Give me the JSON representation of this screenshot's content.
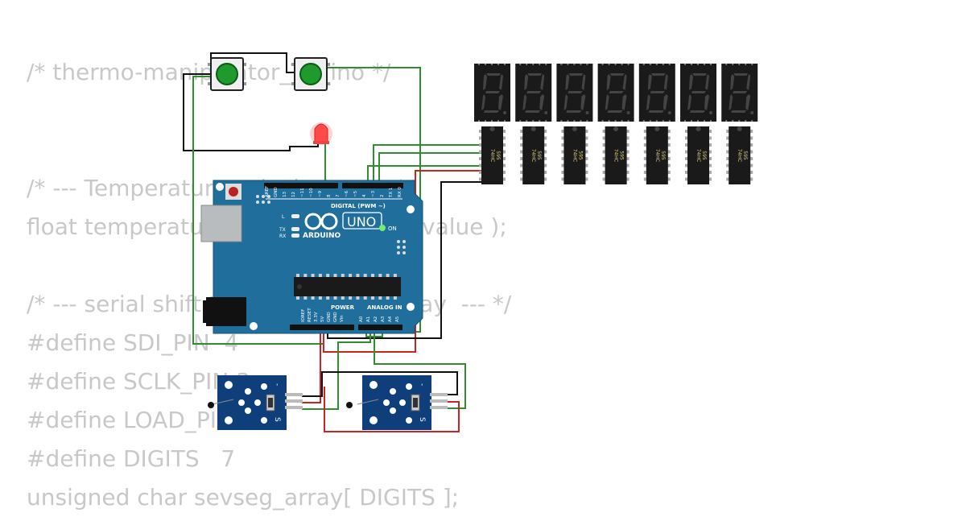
{
  "code_lines": [
    "/* thermo-manipulator_TC_ino */",
    "",
    "",
    "/* --- Temperature calculation --- */",
    "float temperature( unsigned int ADvalue );",
    "",
    "/* --- serial shift to 7-segment display  --- */",
    "#define SDI_PIN  4",
    "#define SCLK_PIN 3",
    "#define LOAD_PIN 2",
    "#define DIGITS   7",
    "unsigned char sevseg_array[ DIGITS ];"
  ],
  "board": {
    "brand": "ARDUINO",
    "model": "UNO",
    "digital_label": "DIGITAL (PWM ~)",
    "power_label": "POWER",
    "analog_label": "ANALOG IN",
    "on_label": "ON",
    "led_l": "L",
    "led_tx": "TX",
    "led_rx": "RX",
    "digital_pins": [
      "AREF",
      "GND",
      "13",
      "12",
      "~11",
      "~10",
      "~9",
      "8",
      "7",
      "~6",
      "~5",
      "4",
      "~3",
      "2",
      "TX 1",
      "RX 0"
    ],
    "power_pins": [
      "IOREF",
      "RESET",
      "3.3V",
      "5V",
      "GND",
      "GND",
      "Vin"
    ],
    "analog_pins": [
      "A0",
      "A1",
      "A2",
      "A3",
      "A4",
      "A5"
    ]
  },
  "shift_register": {
    "line1": "74HC",
    "line2": "595",
    "count": 7
  },
  "displays": {
    "count": 7,
    "color": "#1a1a1a"
  },
  "sensor_module": {
    "pin_s": "S",
    "pin_minus": "-"
  },
  "colors": {
    "wire_green": "#2f8f2f",
    "wire_red": "#cc2222",
    "wire_black": "#111111",
    "board_blue": "#1f6e9c",
    "button_green": "#1e9b2c",
    "module_blue": "#0f3f7a",
    "led_red": "#ff4a4a"
  }
}
